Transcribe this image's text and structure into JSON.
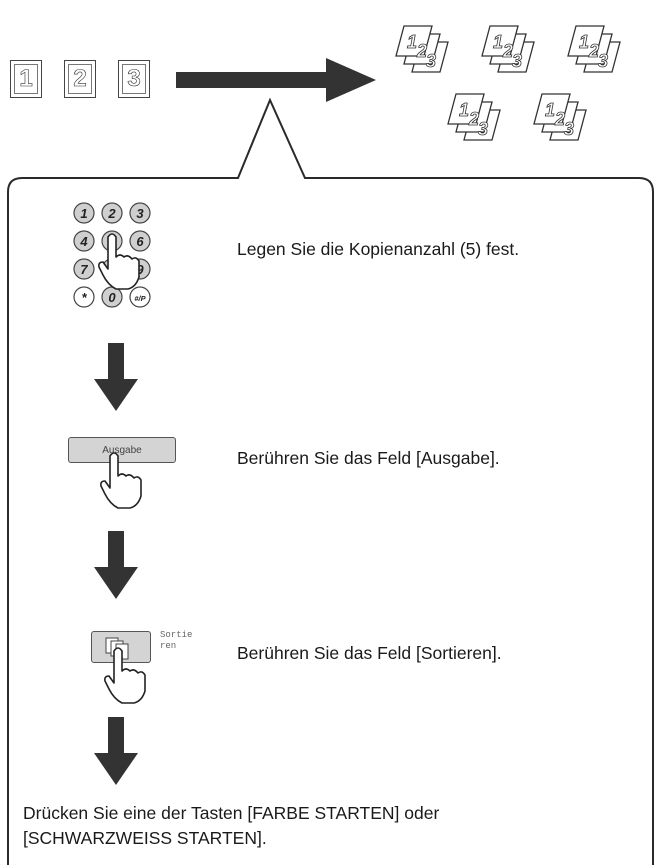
{
  "originals": [
    "1",
    "2",
    "3"
  ],
  "copy_set": [
    "1",
    "2",
    "3"
  ],
  "keypad": {
    "keys": [
      "1",
      "2",
      "3",
      "4",
      "5",
      "6",
      "7",
      "8",
      "9",
      "*",
      "0",
      "#/P"
    ]
  },
  "steps": [
    {
      "text": "Legen Sie die Kopienanzahl (5) fest."
    },
    {
      "text": "Berühren Sie das Feld [Ausgabe].",
      "button_label": "Ausgabe"
    },
    {
      "text": "Berühren Sie das Feld [Sortieren].",
      "icon_label": "Sortie\nren"
    },
    {
      "text": "Drücken Sie eine der Tasten [FARBE STARTEN] oder [SCHWARZWEISS STARTEN]."
    }
  ],
  "colors": {
    "ink": "#1a1a1a",
    "arrow": "#333333",
    "key_fill": "#cfcfcf",
    "button_fill": "#d4d4d4"
  }
}
